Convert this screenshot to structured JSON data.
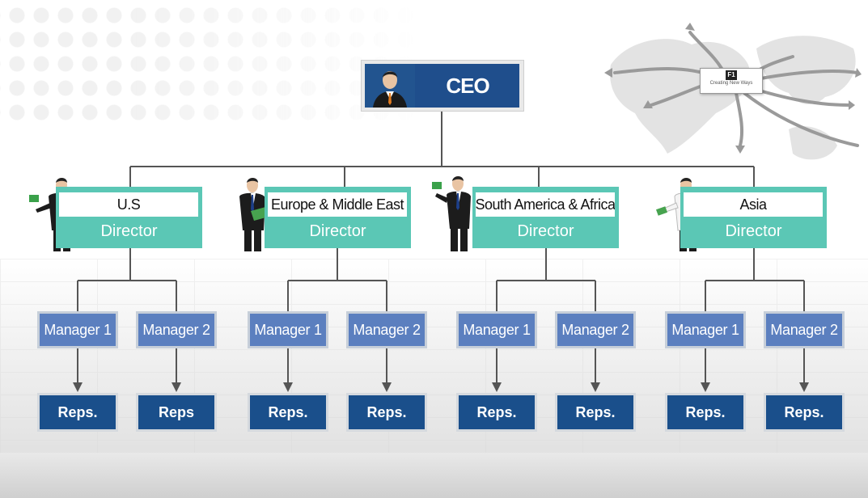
{
  "ceo": {
    "label": "CEO"
  },
  "logo": {
    "mark": "F1",
    "tagline": "Creating New Ways"
  },
  "directors": [
    {
      "name": "U.S",
      "title": "Director"
    },
    {
      "name": "Europe & Middle East",
      "title": "Director"
    },
    {
      "name": "South America & Africa",
      "title": "Director"
    },
    {
      "name": "Asia",
      "title": "Director"
    }
  ],
  "managers": [
    "Manager 1",
    "Manager 2",
    "Manager 1",
    "Manager 2",
    "Manager 1",
    "Manager 2",
    "Manager 1",
    "Manager 2"
  ],
  "reps": [
    "Reps.",
    "Reps",
    "Reps.",
    "Reps.",
    "Reps.",
    "Reps.",
    "Reps.",
    "Reps."
  ],
  "colors": {
    "ceo_fill": "#1f4e8c",
    "director_fill": "#5bc7b5",
    "manager_fill": "#5b7fbf",
    "reps_fill": "#1a4f8b",
    "connector": "#555555"
  }
}
